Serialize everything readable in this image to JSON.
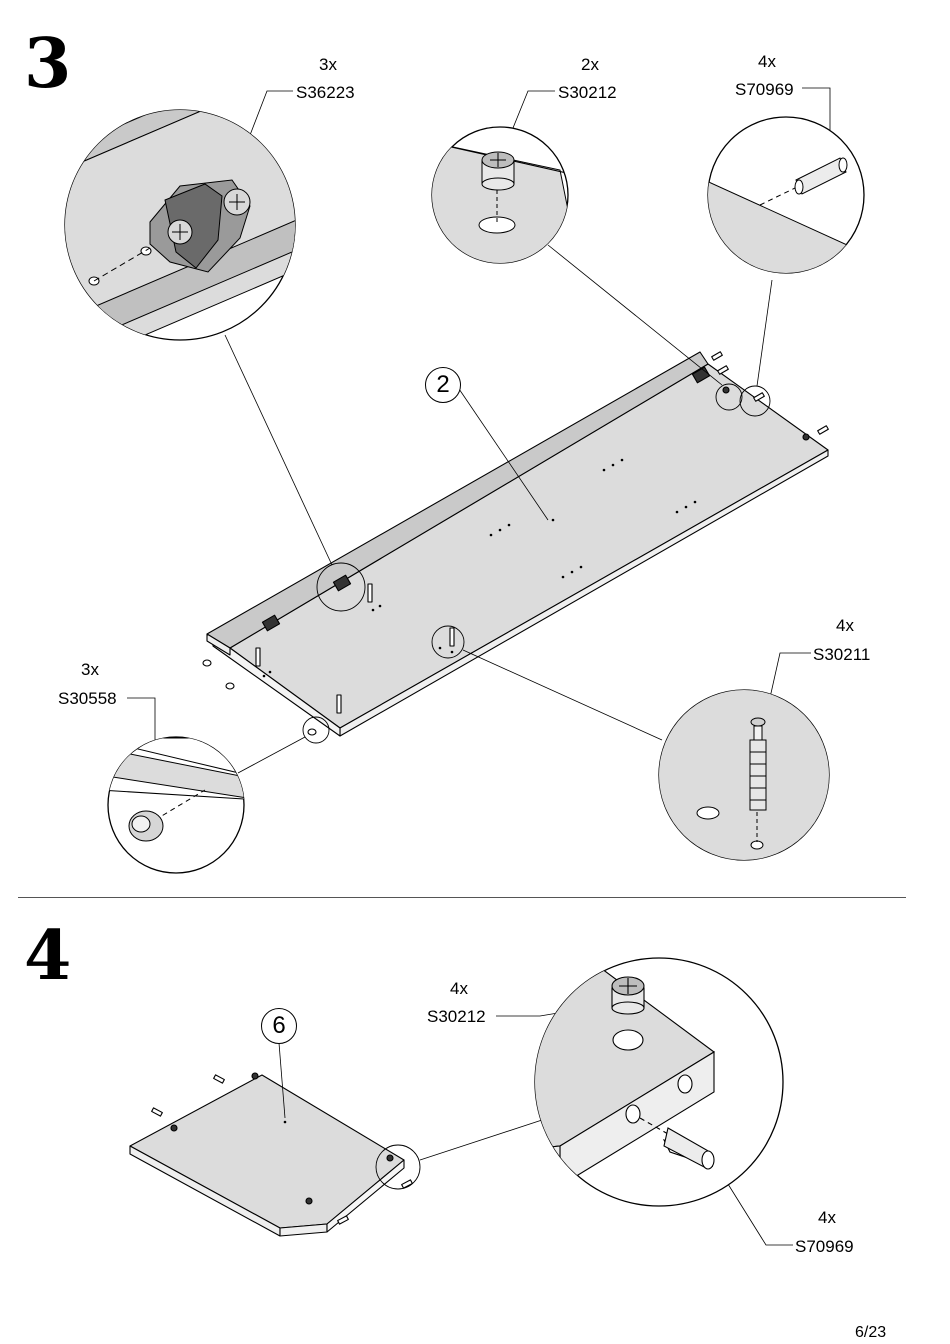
{
  "steps": [
    {
      "number": "3",
      "part_label": "2",
      "callouts": [
        {
          "qty": "3x",
          "code": "S36223",
          "item": "hinge-plate"
        },
        {
          "qty": "2x",
          "code": "S30212",
          "item": "cam-lock"
        },
        {
          "qty": "4x",
          "code": "S70969",
          "item": "wooden-dowel"
        },
        {
          "qty": "3x",
          "code": "S30558",
          "item": "furniture-glide"
        },
        {
          "qty": "4x",
          "code": "S30211",
          "item": "cam-bolt"
        }
      ]
    },
    {
      "number": "4",
      "part_label": "6",
      "callouts": [
        {
          "qty": "4x",
          "code": "S30212",
          "item": "cam-lock"
        },
        {
          "qty": "4x",
          "code": "S70969",
          "item": "wooden-dowel"
        }
      ]
    }
  ],
  "page_number": "6/23",
  "colors": {
    "panel_fill": "#dcdcdc",
    "ink": "#000000",
    "hole": "#ffffff"
  }
}
